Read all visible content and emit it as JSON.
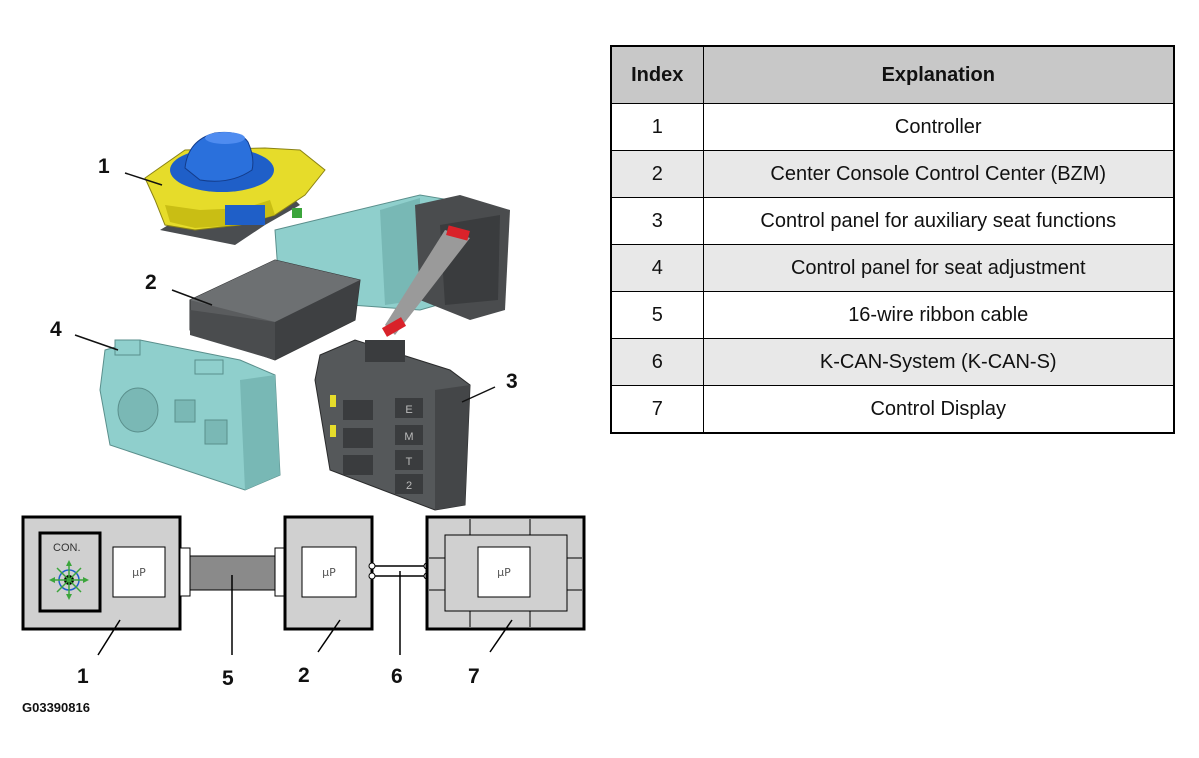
{
  "figure_id": "G03390816",
  "callouts": {
    "c1": "1",
    "c2": "2",
    "c3": "3",
    "c4": "4",
    "b1": "1",
    "b5": "5",
    "b2": "2",
    "b6": "6",
    "b7": "7"
  },
  "block": {
    "mu_label": "μP",
    "con_label": "CON."
  },
  "buttons": [
    "E",
    "M",
    "T",
    "2"
  ],
  "table": {
    "headers": [
      "Index",
      "Explanation"
    ],
    "rows": [
      {
        "index": "1",
        "explanation": "Controller"
      },
      {
        "index": "2",
        "explanation": "Center Console Control Center (BZM)"
      },
      {
        "index": "3",
        "explanation": "Control panel for auxiliary seat functions"
      },
      {
        "index": "4",
        "explanation": "Control panel for seat adjustment"
      },
      {
        "index": "5",
        "explanation": "16-wire ribbon cable"
      },
      {
        "index": "6",
        "explanation": "K-CAN-System (K-CAN-S)"
      },
      {
        "index": "7",
        "explanation": "Control Display"
      }
    ]
  },
  "colors": {
    "controller_yellow": "#e6dc2a",
    "controller_blue": "#1f5fc8",
    "module_teal": "#8fcfcc",
    "module_gray": "#55585a",
    "block_fill": "#d0d0d0"
  }
}
